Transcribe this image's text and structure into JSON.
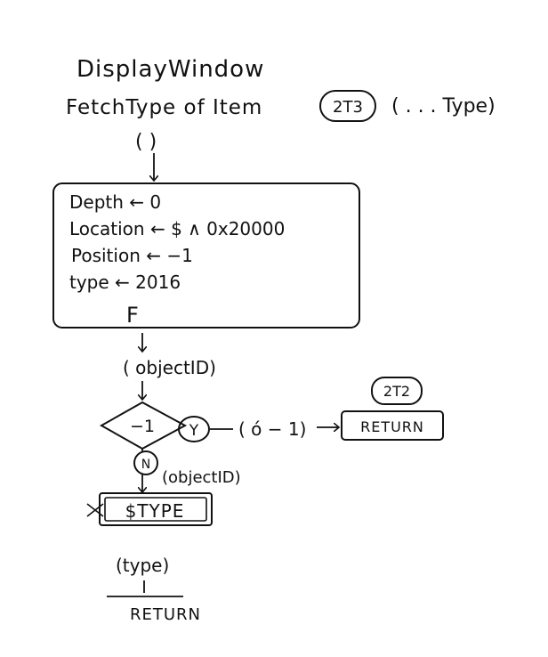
{
  "title": {
    "line1": "DisplayWindow",
    "line2": "FetchType of Item",
    "ref_badge": "2T3",
    "signature": "( . . . Type)"
  },
  "input_param": "( )",
  "init_block": {
    "lines": [
      "Depth ←  0",
      "Location ←  $ ∧  0x20000",
      "Position ←  −1",
      "type  ←  2016"
    ],
    "footer_label": "F"
  },
  "after_init_param": "( objectID)",
  "decision": {
    "label": "−1",
    "yes_label": "Y",
    "no_label": "N"
  },
  "yes_branch": {
    "param": "( ó − 1)",
    "return_label": "RETURN",
    "ref_badge": "2T2"
  },
  "no_branch": {
    "param": "(objectID)",
    "process_label": "$TYPE",
    "output_param": "(type)",
    "return_label": "RETURN"
  },
  "colors": {
    "ink": "#111111",
    "background": "#ffffff"
  }
}
